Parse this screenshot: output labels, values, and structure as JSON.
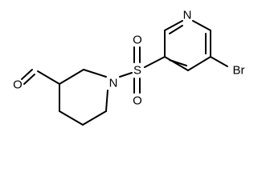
{
  "atoms": {
    "aldehyde_oxygen": "O",
    "piperidine_nitrogen": "N",
    "sulfur": "S",
    "sulfonyl_oxygen_top": "O",
    "sulfonyl_oxygen_bottom": "O",
    "pyridine_nitrogen": "N",
    "bromine": "Br"
  }
}
